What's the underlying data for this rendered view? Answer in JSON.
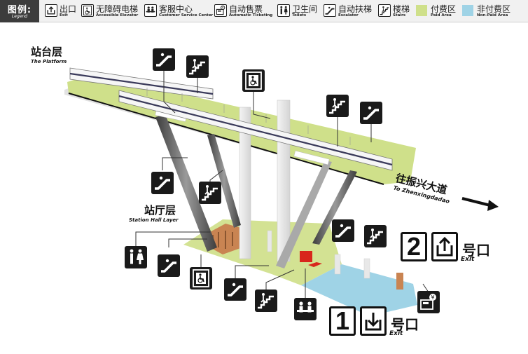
{
  "legend": {
    "title_zh": "图例:",
    "title_en": "Legend",
    "items": [
      {
        "zh": "出口",
        "en": "Exit",
        "icon": "exit-icon"
      },
      {
        "zh": "无障碍电梯",
        "en": "Accessible Elevator",
        "icon": "accessible-elevator-icon"
      },
      {
        "zh": "客服中心",
        "en": "Customer Service Center",
        "icon": "customer-service-icon"
      },
      {
        "zh": "自动售票",
        "en": "Automatic Ticketing",
        "icon": "ticket-machine-icon"
      },
      {
        "zh": "卫生间",
        "en": "Toilets",
        "icon": "toilets-icon"
      },
      {
        "zh": "自动扶梯",
        "en": "Escalator",
        "icon": "escalator-icon"
      },
      {
        "zh": "楼梯",
        "en": "Stairs",
        "icon": "stairs-icon"
      },
      {
        "zh": "付费区",
        "en": "Paid Area",
        "color": "#cfe08a"
      },
      {
        "zh": "非付费区",
        "en": "Non-Paid Area",
        "color": "#9fd3e6"
      }
    ]
  },
  "platform": {
    "zh": "站台层",
    "en": "The Platform"
  },
  "hall": {
    "zh": "站厅层",
    "en": "Station Hall Layer"
  },
  "direction": {
    "zh": "往振兴大道",
    "en": "To Zhenxingdadao"
  },
  "exits": [
    {
      "number": "2",
      "zh": "号口",
      "en": "Exit"
    },
    {
      "number": "1",
      "zh": "号口",
      "en": "Exit"
    }
  ],
  "colors": {
    "paid": "#cfe08a",
    "nonpaid": "#9fd3e6",
    "sign": "#1a1a1a",
    "gates": "#d8261c"
  }
}
